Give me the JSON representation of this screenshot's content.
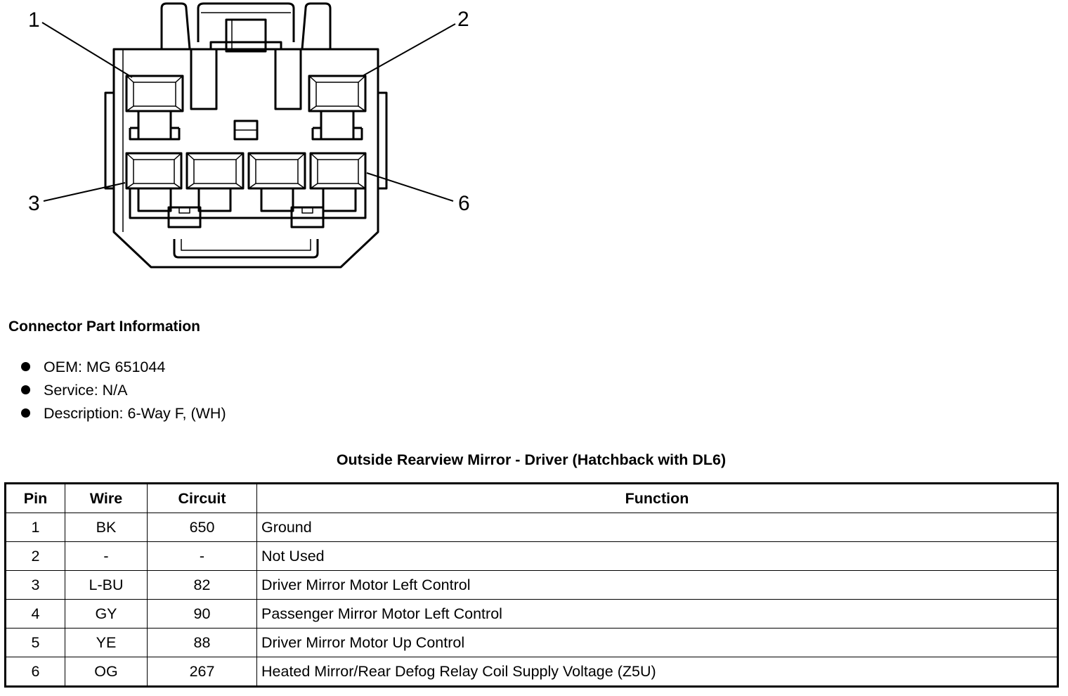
{
  "diagram": {
    "pin_labels": [
      "1",
      "2",
      "3",
      "6"
    ]
  },
  "connector_info": {
    "heading": "Connector Part Information",
    "items": [
      "OEM: MG 651044",
      "Service: N/A",
      "Description: 6-Way F, (WH)"
    ]
  },
  "table": {
    "title": "Outside Rearview Mirror - Driver (Hatchback with DL6)",
    "headers": [
      "Pin",
      "Wire",
      "Circuit",
      "Function"
    ],
    "rows": [
      {
        "pin": "1",
        "wire": "BK",
        "circuit": "650",
        "function": "Ground"
      },
      {
        "pin": "2",
        "wire": "-",
        "circuit": "-",
        "function": "Not Used"
      },
      {
        "pin": "3",
        "wire": "L-BU",
        "circuit": "82",
        "function": "Driver Mirror Motor Left Control"
      },
      {
        "pin": "4",
        "wire": "GY",
        "circuit": "90",
        "function": "Passenger Mirror Motor Left Control"
      },
      {
        "pin": "5",
        "wire": "YE",
        "circuit": "88",
        "function": "Driver Mirror Motor Up Control"
      },
      {
        "pin": "6",
        "wire": "OG",
        "circuit": "267",
        "function": "Heated Mirror/Rear Defog Relay Coil Supply Voltage (Z5U)"
      }
    ]
  }
}
